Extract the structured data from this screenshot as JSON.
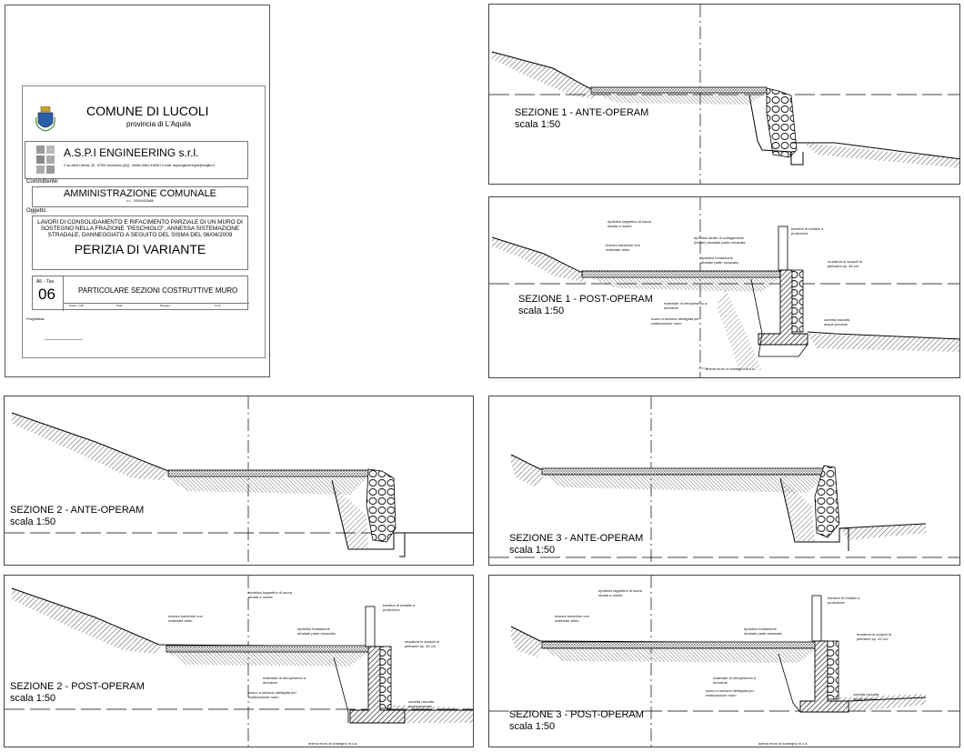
{
  "title_block": {
    "municipality": "COMUNE DI LUCOLI",
    "province": "provincia di L'Aquila",
    "firm_name": "A.S.P.I ENGINEERING s.r.l.",
    "firm_address": "C.so della Libertà, 30 - 67051 Avezzano (AQ) - tel/fax 0863-416507  e-mail: aspiengineeringsrl@virgilio.it",
    "committente_label": "Committente:",
    "committente": "AMMINISTRAZIONE COMUNALE",
    "committente_cf": "c.f. - 00004420668",
    "oggetto_label": "Oggetto:",
    "oggetto_lines": [
      "LAVORI DI CONSOLIDAMENTO E RIFACIMENTO PARZIALE DI UN MURO DI",
      "SOSTEGNO NELLA FRAZIONE \"PESCHIOLO\", ANNESSA SISTEMAZIONE",
      "STRADALE, DANNEGGIATO A SEGUITO DEL SISMA DEL 06/04/2009"
    ],
    "perizia": "PERIZIA DI VARIANTE",
    "all_tav_label": "All. - Tav.",
    "tav_number": "06",
    "drawing_title": "PARTICOLARE SEZIONI COSTRUTTIVE MURO",
    "meta": [
      "Scala : 1:50",
      "Data:",
      "Disegno:",
      "Cont.:"
    ],
    "progettista_label": "Progettista:"
  },
  "sections": {
    "s1_ante": {
      "title": "SEZIONE 1 - ANTE-OPERAM",
      "scale": "scala 1:50"
    },
    "s1_post": {
      "title": "SEZIONE 1 - POST-OPERAM",
      "scale": "scala 1:50"
    },
    "s2_ante": {
      "title": "SEZIONE 2 - ANTE-OPERAM",
      "scale": "scala 1:50"
    },
    "s2_post": {
      "title": "SEZIONE 2 - POST-OPERAM",
      "scale": "scala 1:50"
    },
    "s3_ante": {
      "title": "SEZIONE 3 - ANTE-OPERAM",
      "scale": "scala 1:50"
    },
    "s3_post": {
      "title": "SEZIONE 3 - POST-OPERAM",
      "scale": "scala 1:50"
    }
  },
  "annotations": {
    "tappetino": "ripristino tappetino di usura strada a monte",
    "binder": "ripristino strato di collegamento (binder) stradale parte escavata",
    "barriera": "barriera di metallo a protezione",
    "banchine": "ricarico banchine con materiale arido",
    "fondazione": "ripristino fondazione stradale parte escavata",
    "muratura": "muratura in scapoli di pietrame sp. 45 cm.",
    "riempimento": "materiale di riempimento a drenante",
    "scavo": "scavo a sezione obbligata per realizzazione muro",
    "cunetta": "cunetta raccolta acque piovane",
    "anima": "anima muro di sostegno in c.a."
  },
  "colors": {
    "line": "#000000",
    "frame": "#444444",
    "hatch": "#222222"
  }
}
